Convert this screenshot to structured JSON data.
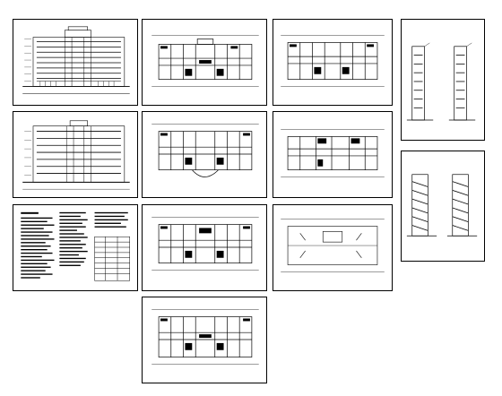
{
  "drawing_set": {
    "sheets": [
      {
        "id": "front-elevation",
        "caption": ""
      },
      {
        "id": "floor-plan-1",
        "caption": ""
      },
      {
        "id": "floor-plan-2",
        "caption": ""
      },
      {
        "id": "side-elevations",
        "caption": ""
      },
      {
        "id": "rear-elevation",
        "caption": ""
      },
      {
        "id": "floor-plan-3",
        "caption": ""
      },
      {
        "id": "floor-plan-4",
        "caption": ""
      },
      {
        "id": "sections",
        "caption": ""
      },
      {
        "id": "design-notes",
        "caption": ""
      },
      {
        "id": "floor-plan-5",
        "caption": ""
      },
      {
        "id": "roof-plan",
        "caption": ""
      },
      {
        "id": "floor-plan-6",
        "caption": ""
      }
    ]
  },
  "colors": {
    "line": "#000000",
    "accent": "#c00000",
    "paper": "#ffffff"
  }
}
